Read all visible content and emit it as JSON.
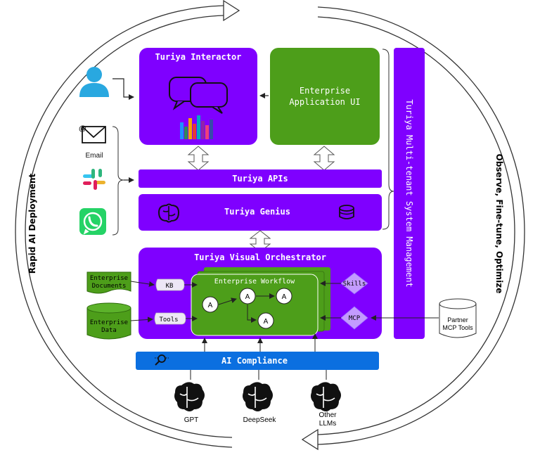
{
  "cycle": {
    "left_label": "Rapid AI Deployment",
    "right_label": "Observe, Fine-tune, Optimize"
  },
  "interactor": {
    "title": "Turiya Interactor"
  },
  "enterprise_ui": {
    "line1": "Enterprise",
    "line2": "Application UI"
  },
  "multi_tenant": {
    "label": "Turiya Multi-tenant System Management"
  },
  "channels": {
    "email_label": "Email"
  },
  "apis": {
    "label": "Turiya APIs"
  },
  "genius": {
    "label": "Turiya Genius"
  },
  "orchestrator": {
    "title": "Turiya Visual Orchestrator"
  },
  "workflow": {
    "title": "Enterprise Workflow",
    "node_label": "A"
  },
  "sources": {
    "documents_line1": "Enterprise",
    "documents_line2": "Documents",
    "data_line1": "Enterprise",
    "data_line2": "Data"
  },
  "connectors": {
    "kb": "KB",
    "tools": "Tools",
    "skills": "Skills",
    "mcp": "MCP"
  },
  "partner": {
    "line1": "Partner",
    "line2": "MCP Tools"
  },
  "compliance": {
    "label": "AI Compliance"
  },
  "llms": {
    "gpt": "GPT",
    "deepseek": "DeepSeek",
    "other_line1": "Other",
    "other_line2": "LLMs"
  },
  "colors": {
    "purple": "#7F00FF",
    "green": "#4D9E1A",
    "blue": "#0B6FE0",
    "user_icon": "#29A8E0",
    "node_fill": "#ffffff"
  }
}
